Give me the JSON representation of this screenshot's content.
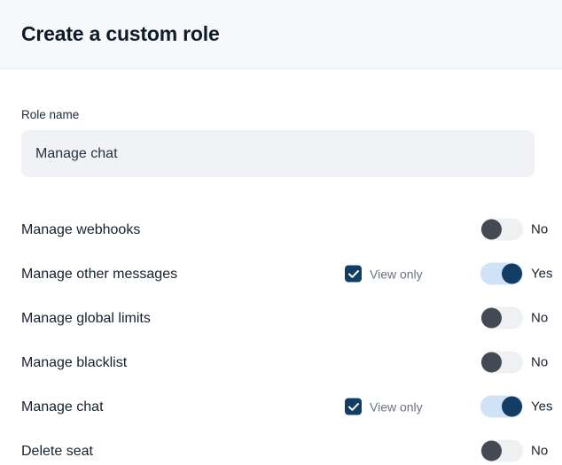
{
  "header": {
    "title": "Create a custom role"
  },
  "form": {
    "role_name": {
      "label": "Role name",
      "value": "Manage chat",
      "placeholder": "Role name"
    }
  },
  "permissions": {
    "view_only_label": "View only",
    "toggle_on_label": "Yes",
    "toggle_off_label": "No",
    "rows": [
      {
        "label": "Manage webhooks",
        "enabled": false,
        "value_label": "No",
        "has_view_only": false,
        "view_only_label": "View only",
        "view_only_checked": false
      },
      {
        "label": "Manage other messages",
        "enabled": true,
        "value_label": "Yes",
        "has_view_only": true,
        "view_only_label": "View only",
        "view_only_checked": true
      },
      {
        "label": "Manage global limits",
        "enabled": false,
        "value_label": "No",
        "has_view_only": false,
        "view_only_label": "View only",
        "view_only_checked": false
      },
      {
        "label": "Manage blacklist",
        "enabled": false,
        "value_label": "No",
        "has_view_only": false,
        "view_only_label": "View only",
        "view_only_checked": false
      },
      {
        "label": "Manage chat",
        "enabled": true,
        "value_label": "Yes",
        "has_view_only": true,
        "view_only_label": "View only",
        "view_only_checked": true
      },
      {
        "label": "Delete seat",
        "enabled": false,
        "value_label": "No",
        "has_view_only": false,
        "view_only_label": "View only",
        "view_only_checked": false
      }
    ]
  },
  "colors": {
    "header_bg": "#f7f8fa",
    "title": "#0d1b2a",
    "input_bg": "#f0f2f5",
    "toggle_on_track": "#cfe2f7",
    "toggle_on_knob": "#123e66",
    "toggle_off_track": "#eef0f2",
    "toggle_off_knob": "#434a54",
    "checkbox": "#123e66",
    "muted_text": "#6b7380"
  }
}
